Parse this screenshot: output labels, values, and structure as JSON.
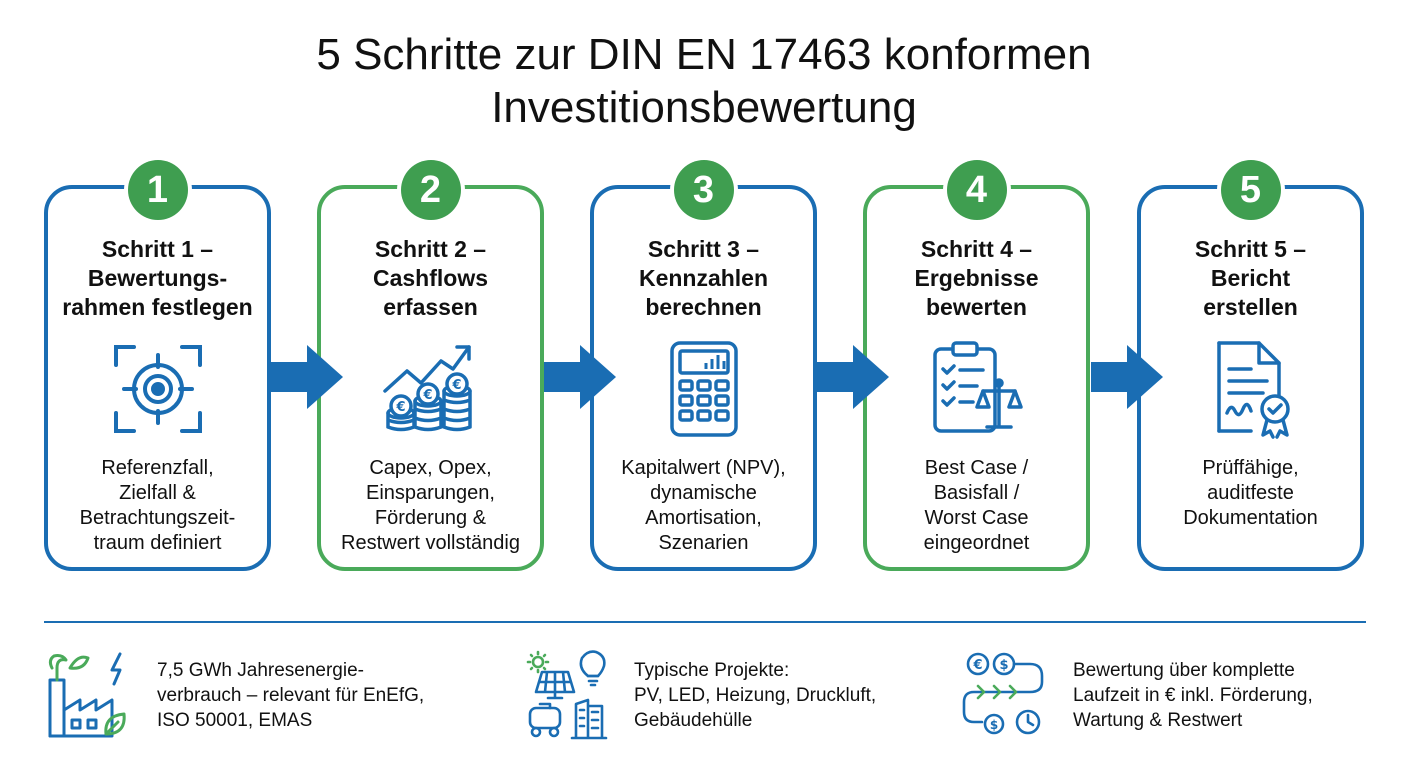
{
  "title": {
    "line1": "5 Schritte zur DIN EN 17463 konformen",
    "line2": "Investitionsbewertung"
  },
  "colors": {
    "blue": "#1a6db3",
    "green": "#4aaa5a",
    "badge": "#3f9e50"
  },
  "steps": [
    {
      "number": "1",
      "title_lines": [
        "Schritt 1 –",
        "Bewertungs-",
        "rahmen festlegen"
      ],
      "icon": "target-icon",
      "desc_lines": [
        "Referenzfall,",
        "Zielfall &",
        "Betrachtungszeit-",
        "traum definiert"
      ]
    },
    {
      "number": "2",
      "title_lines": [
        "Schritt 2 –",
        "Cashflows",
        "erfassen"
      ],
      "icon": "euro-coins-growth-icon",
      "desc_lines": [
        "Capex, Opex,",
        "Einsparungen,",
        "Förderung &",
        "Restwert vollständig"
      ]
    },
    {
      "number": "3",
      "title_lines": [
        "Schritt 3 –",
        "Kennzahlen",
        "berechnen"
      ],
      "icon": "calculator-icon",
      "desc_lines": [
        "Kapitalwert (NPV),",
        "dynamische",
        "Amortisation,",
        "Szenarien"
      ]
    },
    {
      "number": "4",
      "title_lines": [
        "Schritt 4 –",
        "Ergebnisse",
        "bewerten"
      ],
      "icon": "clipboard-scale-icon",
      "desc_lines": [
        "Best Case /",
        "Basisfall /",
        "Worst Case",
        "eingeordnet"
      ]
    },
    {
      "number": "5",
      "title_lines": [
        "Schritt 5 –",
        "Bericht",
        "erstellen"
      ],
      "icon": "certified-document-icon",
      "desc_lines": [
        "Prüffähige,",
        "auditfeste",
        "Dokumentation"
      ]
    }
  ],
  "footer": [
    {
      "icon": "factory-energy-icon",
      "text": "7,5 GWh Jahresenergie-\nverbrauch – relevant für EnEfG,\nISO 50001, EMAS"
    },
    {
      "icon": "project-types-icon",
      "text": "Typische Projekte:\nPV, LED, Heizung, Druckluft,\nGebäudehülle"
    },
    {
      "icon": "lifecycle-money-icon",
      "text": "Bewertung über komplette\nLaufzeit in € inkl. Förderung,\nWartung & Restwert"
    }
  ]
}
